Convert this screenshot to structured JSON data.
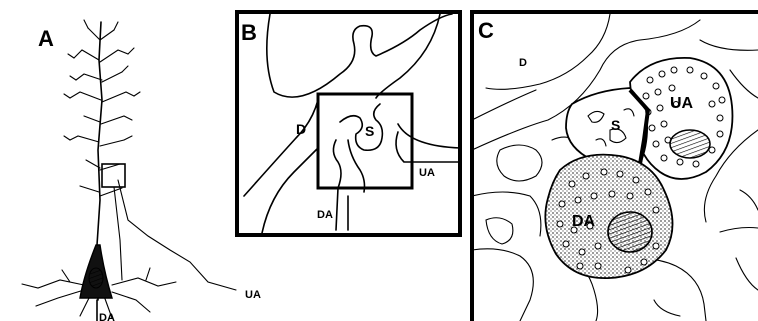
{
  "panels": [
    {
      "letter": "A",
      "labels": {
        "dendrite_axon": "DA",
        "upstream_axon": "UA"
      }
    },
    {
      "letter": "B",
      "labels": {
        "dendrite": "D",
        "spine": "S",
        "upstream_axon": "UA",
        "dendrite_axon": "DA"
      }
    },
    {
      "letter": "C",
      "labels": {
        "dendrite": "D",
        "spine": "S",
        "upstream_axon": "UA",
        "dendrite_axon": "DA"
      }
    }
  ],
  "colors": {
    "ink": "#000000",
    "stipple": "#9a9a9a",
    "paper": "#ffffff"
  }
}
